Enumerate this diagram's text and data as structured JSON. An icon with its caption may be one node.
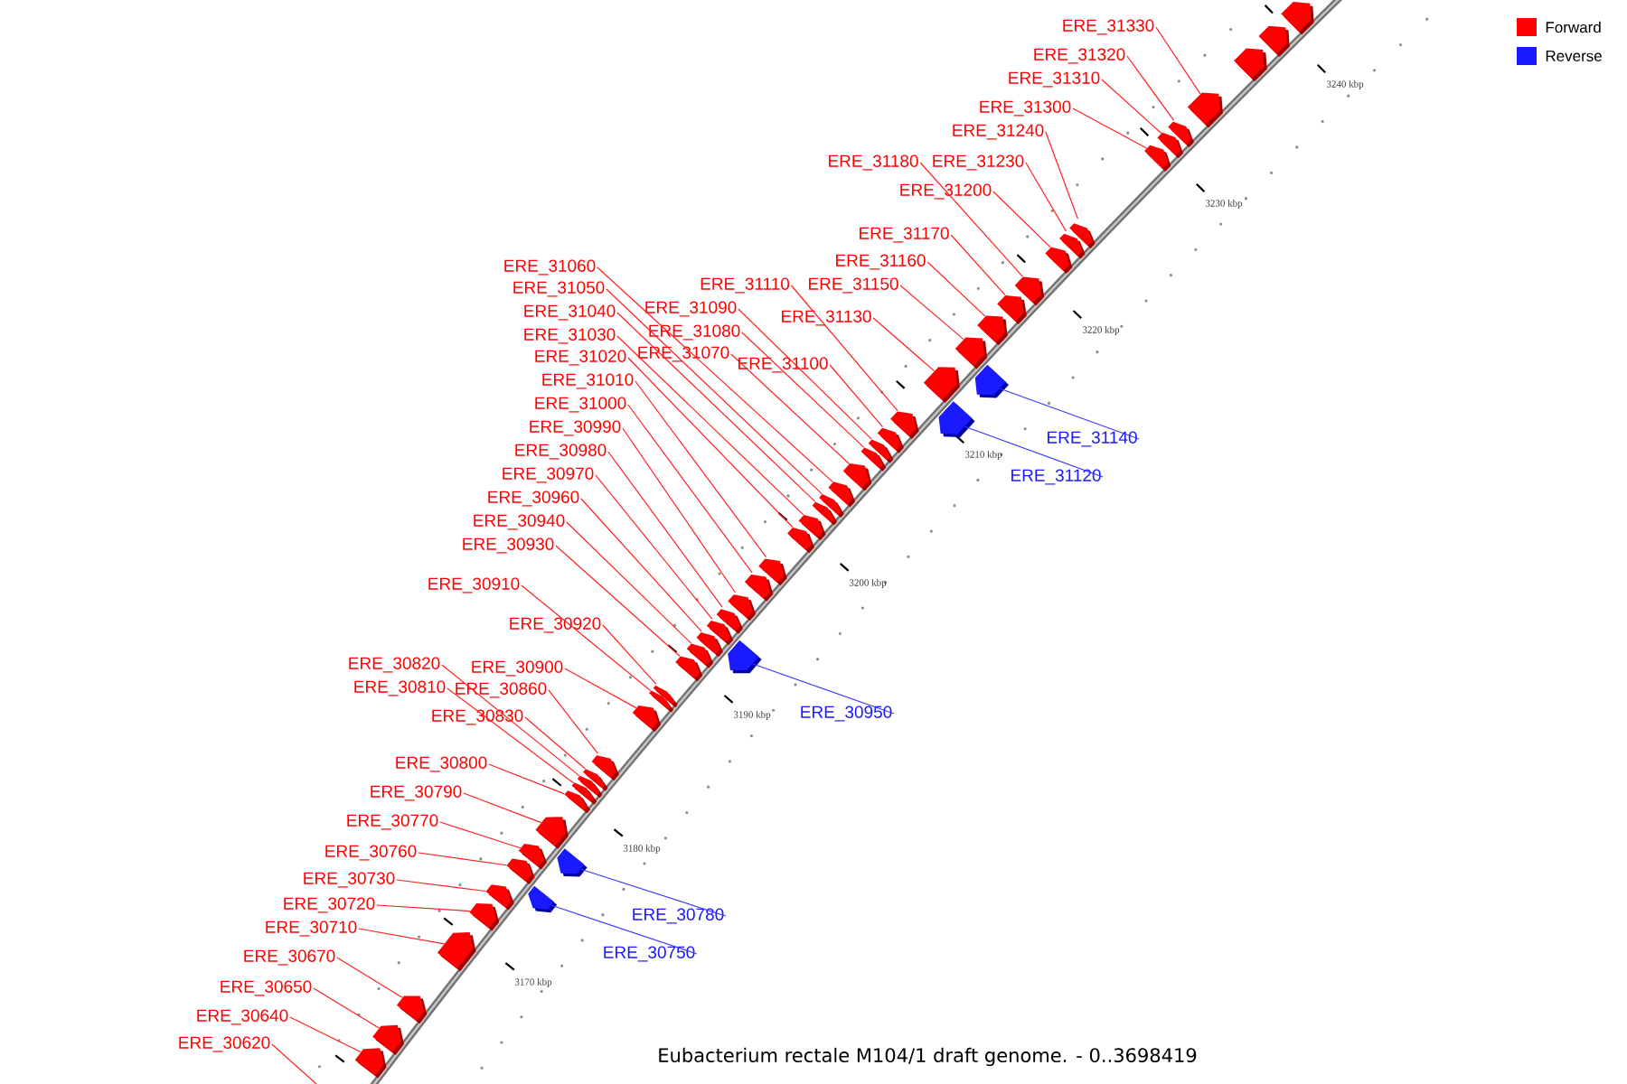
{
  "diagram": {
    "caption": "Eubacterium rectale M104/1 draft genome. - 0..3698419",
    "nodes": [
      {
        "text": [
          "ERE_31330"
        ]
      },
      {
        "text": [],
        "shape": "box"
      },
      {
        "text": [
          "ERE_31320"
        ]
      },
      {
        "text": [],
        "shape": "box"
      },
      {
        "text": [
          "ERE_31310"
        ]
      },
      {
        "text": [],
        "shape": "box"
      },
      {
        "text": [
          "ERE_31300"
        ]
      },
      {
        "text": [],
        "shape": "box"
      },
      {
        "text": [
          "ERE_31240"
        ]
      },
      {
        "text": [],
        "shape": "box"
      },
      {
        "text": [
          "ERE_31180"
        ]
      },
      {
        "text": [],
        "shape": "box"
      },
      {
        "text": [
          "ERE_31230"
        ]
      },
      {
        "text": [],
        "shape": "box"
      },
      {
        "text": [
          "ERE_31200"
        ]
      },
      {
        "text": [],
        "shape": "box"
      },
      {
        "text": [
          "ERE_31170"
        ]
      },
      {
        "text": [],
        "shape": "box"
      },
      {
        "text": [
          "ERE_31160"
        ]
      },
      {
        "text": [],
        "shape": "box"
      },
      {
        "text": [
          "ERE_31060"
        ]
      },
      {
        "text": [],
        "shape": "box"
      },
      {
        "text": [
          "ERE_31050"
        ]
      },
      {
        "text": [],
        "shape": "box"
      },
      {
        "text": [
          "ERE_31110"
        ]
      },
      {
        "text": [],
        "shape": "box"
      },
      {
        "text": [
          "ERE_31150"
        ]
      },
      {
        "text": [],
        "shape": "box"
      },
      {
        "text": [
          "ERE_31040"
        ]
      },
      {
        "text": [],
        "shape": "box"
      },
      {
        "text": [
          "ERE_31090"
        ]
      },
      {
        "text": [],
        "shape": "box"
      },
      {
        "text": [
          "ERE_31130"
        ]
      },
      {
        "text": [],
        "shape": "box"
      },
      {
        "text": [
          "ERE_31030"
        ]
      },
      {
        "text": [],
        "shape": "box"
      },
      {
        "text": [
          "ERE_31080"
        ]
      },
      {
        "text": [],
        "shape": "box"
      },
      {
        "text": [
          "ERE_31020"
        ]
      },
      {
        "text": [],
        "shape": "box"
      },
      {
        "text": [
          "ERE_31070"
        ]
      },
      {
        "text": [],
        "shape": "box"
      },
      {
        "text": [
          "ERE_31100"
        ]
      },
      {
        "text": [],
        "shape": "box"
      },
      {
        "text": [
          "ERE_31010"
        ]
      },
      {
        "text": [],
        "shape": "box"
      },
      {
        "text": [
          "ERE_31000"
        ]
      },
      {
        "text": [],
        "shape": "box"
      },
      {
        "text": [
          "ERE_30990"
        ]
      },
      {
        "text": [],
        "shape": "box"
      },
      {
        "text": [
          "ERE_31140"
        ]
      },
      {
        "text": [],
        "shape": "box"
      },
      {
        "text": [
          "ERE_30980"
        ]
      },
      {
        "text": [],
        "shape": "box"
      },
      {
        "text": [
          "ERE_30970"
        ]
      },
      {
        "text": [],
        "shape": "box"
      },
      {
        "text": [
          "ERE_31120"
        ]
      },
      {
        "text": [],
        "shape": "box"
      },
      {
        "text": [
          "ERE_30960"
        ]
      },
      {
        "text": [],
        "shape": "box"
      },
      {
        "text": [
          "ERE_30940"
        ]
      },
      {
        "text": [],
        "shape": "box"
      },
      {
        "text": [
          "ERE_30930"
        ]
      },
      {
        "text": [],
        "shape": "box"
      },
      {
        "text": [
          "ERE_30910"
        ]
      },
      {
        "text": [],
        "shape": "box"
      },
      {
        "text": [
          "ERE_30920"
        ]
      },
      {
        "text": [],
        "shape": "box"
      },
      {
        "text": [
          "ERE_30820"
        ]
      },
      {
        "text": [],
        "shape": "box"
      },
      {
        "text": [
          "ERE_30900"
        ]
      },
      {
        "text": [],
        "shape": "box"
      },
      {
        "text": [
          "ERE_30810"
        ]
      },
      {
        "text": [],
        "shape": "box"
      },
      {
        "text": [
          "ERE_30860"
        ]
      },
      {
        "text": [],
        "shape": "box"
      },
      {
        "text": [
          "ERE_30950"
        ]
      },
      {
        "text": [],
        "shape": "box"
      },
      {
        "text": [
          "ERE_30830"
        ]
      },
      {
        "text": [],
        "shape": "box"
      },
      {
        "text": [
          "ERE_30800"
        ]
      },
      {
        "text": [],
        "shape": "box"
      },
      {
        "text": [
          "ERE_30790"
        ]
      },
      {
        "text": [],
        "shape": "box"
      },
      {
        "text": [
          "ERE_30770"
        ]
      },
      {
        "text": [],
        "shape": "box"
      },
      {
        "text": [
          "ERE_30760"
        ]
      },
      {
        "text": [],
        "shape": "box"
      },
      {
        "text": [
          "ERE_30730"
        ]
      },
      {
        "text": [],
        "shape": "box"
      },
      {
        "text": [
          "ERE_30720"
        ]
      },
      {
        "text": [],
        "shape": "box"
      },
      {
        "text": [
          "ERE_30780"
        ]
      },
      {
        "text": [],
        "shape": "box"
      },
      {
        "text": [
          "ERE_30710"
        ]
      },
      {
        "text": [],
        "shape": "box"
      },
      {
        "text": [
          "ERE_30750"
        ]
      },
      {
        "text": [],
        "shape": "box"
      },
      {
        "text": [
          "ERE_30670"
        ]
      },
      {
        "text": [],
        "shape": "box"
      },
      {
        "text": [
          "ERE_30650"
        ]
      },
      {
        "text": [],
        "shape": "box"
      },
      {
        "text": [
          "ERE_30640"
        ]
      },
      {
        "text": [],
        "shape": "box"
      },
      {
        "text": [
          "ERE_30620"
        ]
      },
      {
        "text": [],
        "shape": "box"
      },
      {
        "text": [],
        "shape": "box"
      },
      {
        "text": [],
        "shape": "box"
      }
    ],
    "edges": [
      {
        "from": 0,
        "to": 1,
        "arrow": "none"
      },
      {
        "from": 2,
        "to": 3,
        "arrow": "none"
      },
      {
        "from": 4,
        "to": 5,
        "arrow": "none"
      },
      {
        "from": 6,
        "to": 7,
        "arrow": "none"
      },
      {
        "from": 8,
        "to": 9,
        "arrow": "none"
      },
      {
        "from": 10,
        "to": 11,
        "arrow": "none"
      },
      {
        "from": 12,
        "to": 13,
        "arrow": "none"
      },
      {
        "from": 14,
        "to": 15,
        "arrow": "none"
      },
      {
        "from": 16,
        "to": 17,
        "arrow": "none"
      },
      {
        "from": 18,
        "to": 19,
        "arrow": "none"
      },
      {
        "from": 20,
        "to": 21,
        "arrow": "none"
      },
      {
        "from": 22,
        "to": 23,
        "arrow": "none"
      },
      {
        "from": 24,
        "to": 25,
        "arrow": "none"
      },
      {
        "from": 26,
        "to": 27,
        "arrow": "none"
      },
      {
        "from": 28,
        "to": 29,
        "arrow": "none"
      },
      {
        "from": 30,
        "to": 31,
        "arrow": "none"
      },
      {
        "from": 32,
        "to": 33,
        "arrow": "none"
      },
      {
        "from": 34,
        "to": 35,
        "arrow": "none"
      },
      {
        "from": 36,
        "to": 37,
        "arrow": "none"
      },
      {
        "from": 38,
        "to": 39,
        "arrow": "none"
      },
      {
        "from": 40,
        "to": 41,
        "arrow": "none"
      },
      {
        "from": 42,
        "to": 43,
        "arrow": "none"
      },
      {
        "from": 44,
        "to": 45,
        "arrow": "none"
      },
      {
        "from": 46,
        "to": 47,
        "arrow": "none"
      },
      {
        "from": 48,
        "to": 49,
        "arrow": "none"
      },
      {
        "from": 50,
        "to": 51,
        "arrow": "none",
        "color": "#3a3aff"
      },
      {
        "from": 52,
        "to": 53,
        "arrow": "none"
      },
      {
        "from": 54,
        "to": 55,
        "arrow": "none"
      },
      {
        "from": 56,
        "to": 57,
        "arrow": "none",
        "color": "#3a3aff"
      },
      {
        "from": 58,
        "to": 59,
        "arrow": "none"
      },
      {
        "from": 60,
        "to": 61,
        "arrow": "none"
      },
      {
        "from": 62,
        "to": 63,
        "arrow": "none"
      },
      {
        "from": 64,
        "to": 65,
        "arrow": "none"
      },
      {
        "from": 66,
        "to": 67,
        "arrow": "none"
      },
      {
        "from": 68,
        "to": 69,
        "arrow": "none"
      },
      {
        "from": 70,
        "to": 71,
        "arrow": "none"
      },
      {
        "from": 72,
        "to": 73,
        "arrow": "none"
      },
      {
        "from": 74,
        "to": 75,
        "arrow": "none"
      },
      {
        "from": 76,
        "to": 77,
        "arrow": "none",
        "color": "#3a3aff"
      },
      {
        "from": 78,
        "to": 79,
        "arrow": "none"
      },
      {
        "from": 80,
        "to": 81,
        "arrow": "none"
      },
      {
        "from": 82,
        "to": 83,
        "arrow": "none"
      },
      {
        "from": 84,
        "to": 85,
        "arrow": "none"
      },
      {
        "from": 86,
        "to": 87,
        "arrow": "none"
      },
      {
        "from": 88,
        "to": 89,
        "arrow": "none"
      },
      {
        "from": 90,
        "to": 91,
        "arrow": "none"
      },
      {
        "from": 92,
        "to": 93,
        "arrow": "none",
        "color": "#3a3aff"
      },
      {
        "from": 94,
        "to": 95,
        "arrow": "none"
      },
      {
        "from": 96,
        "to": 97,
        "arrow": "none",
        "color": "#3a3aff"
      },
      {
        "from": 98,
        "to": 99,
        "arrow": "none"
      },
      {
        "from": 100,
        "to": 101,
        "arrow": "none"
      },
      {
        "from": 102,
        "to": 103,
        "arrow": "none"
      },
      {
        "from": 104,
        "to": null,
        "arrow": "none"
      }
    ],
    "labels": [
      "3240 kbp",
      "3230 kbp",
      "3220 kbp",
      "3210 kbp",
      "3200 kbp",
      "3190 kbp",
      "3180 kbp",
      "3170 kbp"
    ],
    "legend": [
      {
        "text": "Forward",
        "color": "#ff0000"
      },
      {
        "text": "Reverse",
        "color": "#1a1aff"
      }
    ]
  }
}
